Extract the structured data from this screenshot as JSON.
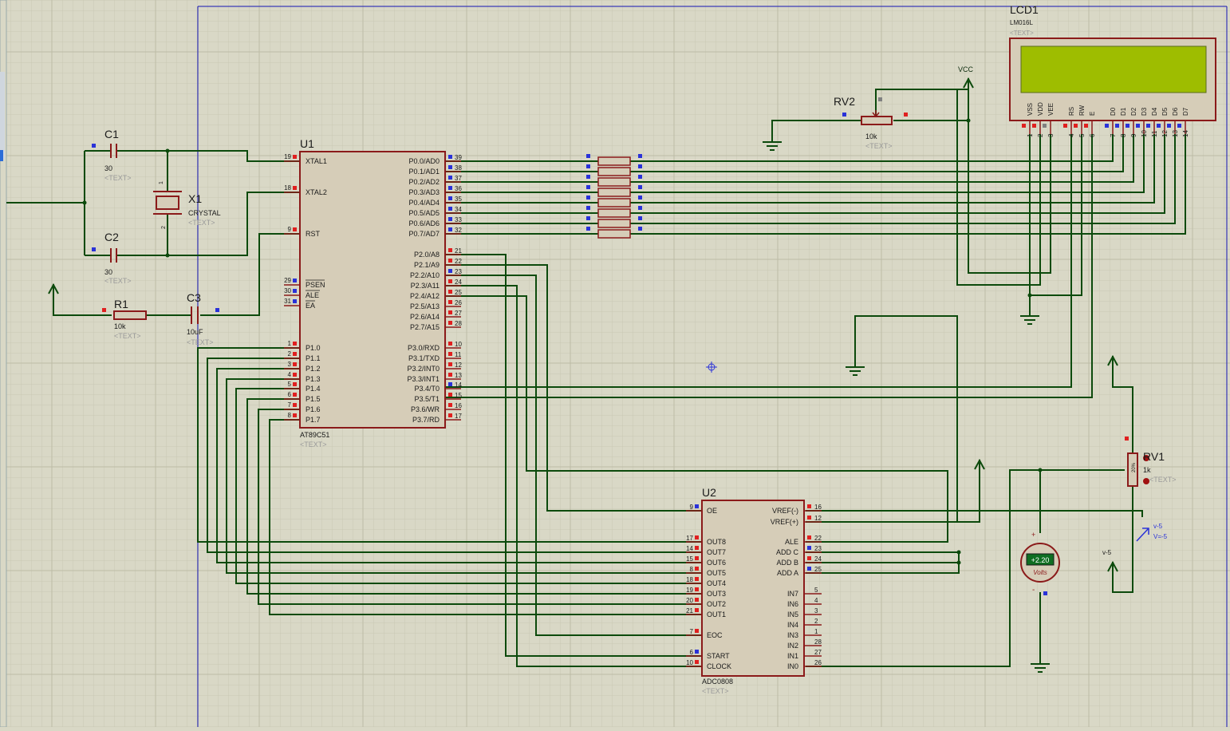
{
  "u1": {
    "ref": "U1",
    "part": "AT89C51",
    "text": "<TEXT>",
    "left_pins": [
      {
        "num": "19",
        "name": "XTAL1"
      },
      {
        "num": "18",
        "name": "XTAL2"
      },
      {
        "num": "9",
        "name": "RST"
      },
      {
        "num": "29",
        "name": "PSEN"
      },
      {
        "num": "30",
        "name": "ALE"
      },
      {
        "num": "31",
        "name": "EA"
      },
      {
        "num": "1",
        "name": "P1.0"
      },
      {
        "num": "2",
        "name": "P1.1"
      },
      {
        "num": "3",
        "name": "P1.2"
      },
      {
        "num": "4",
        "name": "P1.3"
      },
      {
        "num": "5",
        "name": "P1.4"
      },
      {
        "num": "6",
        "name": "P1.5"
      },
      {
        "num": "7",
        "name": "P1.6"
      },
      {
        "num": "8",
        "name": "P1.7"
      }
    ],
    "right_pins": [
      {
        "num": "39",
        "name": "P0.0/AD0"
      },
      {
        "num": "38",
        "name": "P0.1/AD1"
      },
      {
        "num": "37",
        "name": "P0.2/AD2"
      },
      {
        "num": "36",
        "name": "P0.3/AD3"
      },
      {
        "num": "35",
        "name": "P0.4/AD4"
      },
      {
        "num": "34",
        "name": "P0.5/AD5"
      },
      {
        "num": "33",
        "name": "P0.6/AD6"
      },
      {
        "num": "32",
        "name": "P0.7/AD7"
      },
      {
        "num": "21",
        "name": "P2.0/A8"
      },
      {
        "num": "22",
        "name": "P2.1/A9"
      },
      {
        "num": "23",
        "name": "P2.2/A10"
      },
      {
        "num": "24",
        "name": "P2.3/A11"
      },
      {
        "num": "25",
        "name": "P2.4/A12"
      },
      {
        "num": "26",
        "name": "P2.5/A13"
      },
      {
        "num": "27",
        "name": "P2.6/A14"
      },
      {
        "num": "28",
        "name": "P2.7/A15"
      },
      {
        "num": "10",
        "name": "P3.0/RXD"
      },
      {
        "num": "11",
        "name": "P3.1/TXD"
      },
      {
        "num": "12",
        "name": "P3.2/INT0"
      },
      {
        "num": "13",
        "name": "P3.3/INT1"
      },
      {
        "num": "14",
        "name": "P3.4/T0"
      },
      {
        "num": "15",
        "name": "P3.5/T1"
      },
      {
        "num": "16",
        "name": "P3.6/WR"
      },
      {
        "num": "17",
        "name": "P3.7/RD"
      }
    ]
  },
  "u2": {
    "ref": "U2",
    "part": "ADC0808",
    "text": "<TEXT>",
    "left_pins": [
      {
        "num": "9",
        "name": "OE"
      },
      {
        "num": "17",
        "name": "OUT8"
      },
      {
        "num": "14",
        "name": "OUT7"
      },
      {
        "num": "15",
        "name": "OUT6"
      },
      {
        "num": "8",
        "name": "OUT5"
      },
      {
        "num": "18",
        "name": "OUT4"
      },
      {
        "num": "19",
        "name": "OUT3"
      },
      {
        "num": "20",
        "name": "OUT2"
      },
      {
        "num": "21",
        "name": "OUT1"
      },
      {
        "num": "7",
        "name": "EOC"
      },
      {
        "num": "6",
        "name": "START"
      },
      {
        "num": "10",
        "name": "CLOCK"
      }
    ],
    "right_pins": [
      {
        "num": "16",
        "name": "VREF(-)"
      },
      {
        "num": "12",
        "name": "VREF(+)"
      },
      {
        "num": "22",
        "name": "ALE"
      },
      {
        "num": "23",
        "name": "ADD C"
      },
      {
        "num": "24",
        "name": "ADD B"
      },
      {
        "num": "25",
        "name": "ADD A"
      },
      {
        "num": "5",
        "name": "IN7"
      },
      {
        "num": "4",
        "name": "IN6"
      },
      {
        "num": "3",
        "name": "IN5"
      },
      {
        "num": "2",
        "name": "IN4"
      },
      {
        "num": "1",
        "name": "IN3"
      },
      {
        "num": "28",
        "name": "IN2"
      },
      {
        "num": "27",
        "name": "IN1"
      },
      {
        "num": "26",
        "name": "IN0"
      }
    ]
  },
  "lcd1": {
    "ref": "LCD1",
    "part": "LM016L",
    "text": "<TEXT>",
    "pins": [
      {
        "num": "1",
        "name": "VSS"
      },
      {
        "num": "2",
        "name": "VDD"
      },
      {
        "num": "3",
        "name": "VEE"
      },
      {
        "num": "4",
        "name": "RS"
      },
      {
        "num": "5",
        "name": "RW"
      },
      {
        "num": "6",
        "name": "E"
      },
      {
        "num": "7",
        "name": "D0"
      },
      {
        "num": "8",
        "name": "D1"
      },
      {
        "num": "9",
        "name": "D2"
      },
      {
        "num": "10",
        "name": "D3"
      },
      {
        "num": "11",
        "name": "D4"
      },
      {
        "num": "12",
        "name": "D5"
      },
      {
        "num": "13",
        "name": "D6"
      },
      {
        "num": "14",
        "name": "D7"
      }
    ]
  },
  "c1": {
    "ref": "C1",
    "value": "30",
    "text": "<TEXT>"
  },
  "c2": {
    "ref": "C2",
    "value": "30",
    "text": "<TEXT>"
  },
  "c3": {
    "ref": "C3",
    "value": "10uF",
    "text": "<TEXT>"
  },
  "x1": {
    "ref": "X1",
    "value": "CRYSTAL",
    "text": "<TEXT>",
    "pin1": "1",
    "pin2": "2"
  },
  "r1": {
    "ref": "R1",
    "value": "10k",
    "text": "<TEXT>"
  },
  "rv2": {
    "ref": "RV2",
    "value": "10k",
    "text": "<TEXT>"
  },
  "rv1": {
    "ref": "RV1",
    "value": "1k",
    "text": "<TEXT>",
    "percent": "20%"
  },
  "vcc_label": "VCC",
  "probe": {
    "label": "v-5",
    "value": "V=-5"
  },
  "generator_label": "v-5",
  "voltmeter": {
    "reading": "+2.20",
    "unit": "Volts",
    "plus": "+",
    "minus": "-"
  },
  "colors": {
    "background": "#d9d8c6",
    "wire": "#0c4a0c",
    "component": "#8b1a1a",
    "ic_fill": "#d6cdb8",
    "lcd_screen": "#9ebd00",
    "pin_blue": "#2a32d8",
    "pin_red": "#e02020",
    "sheet_border": "#1414b4"
  }
}
